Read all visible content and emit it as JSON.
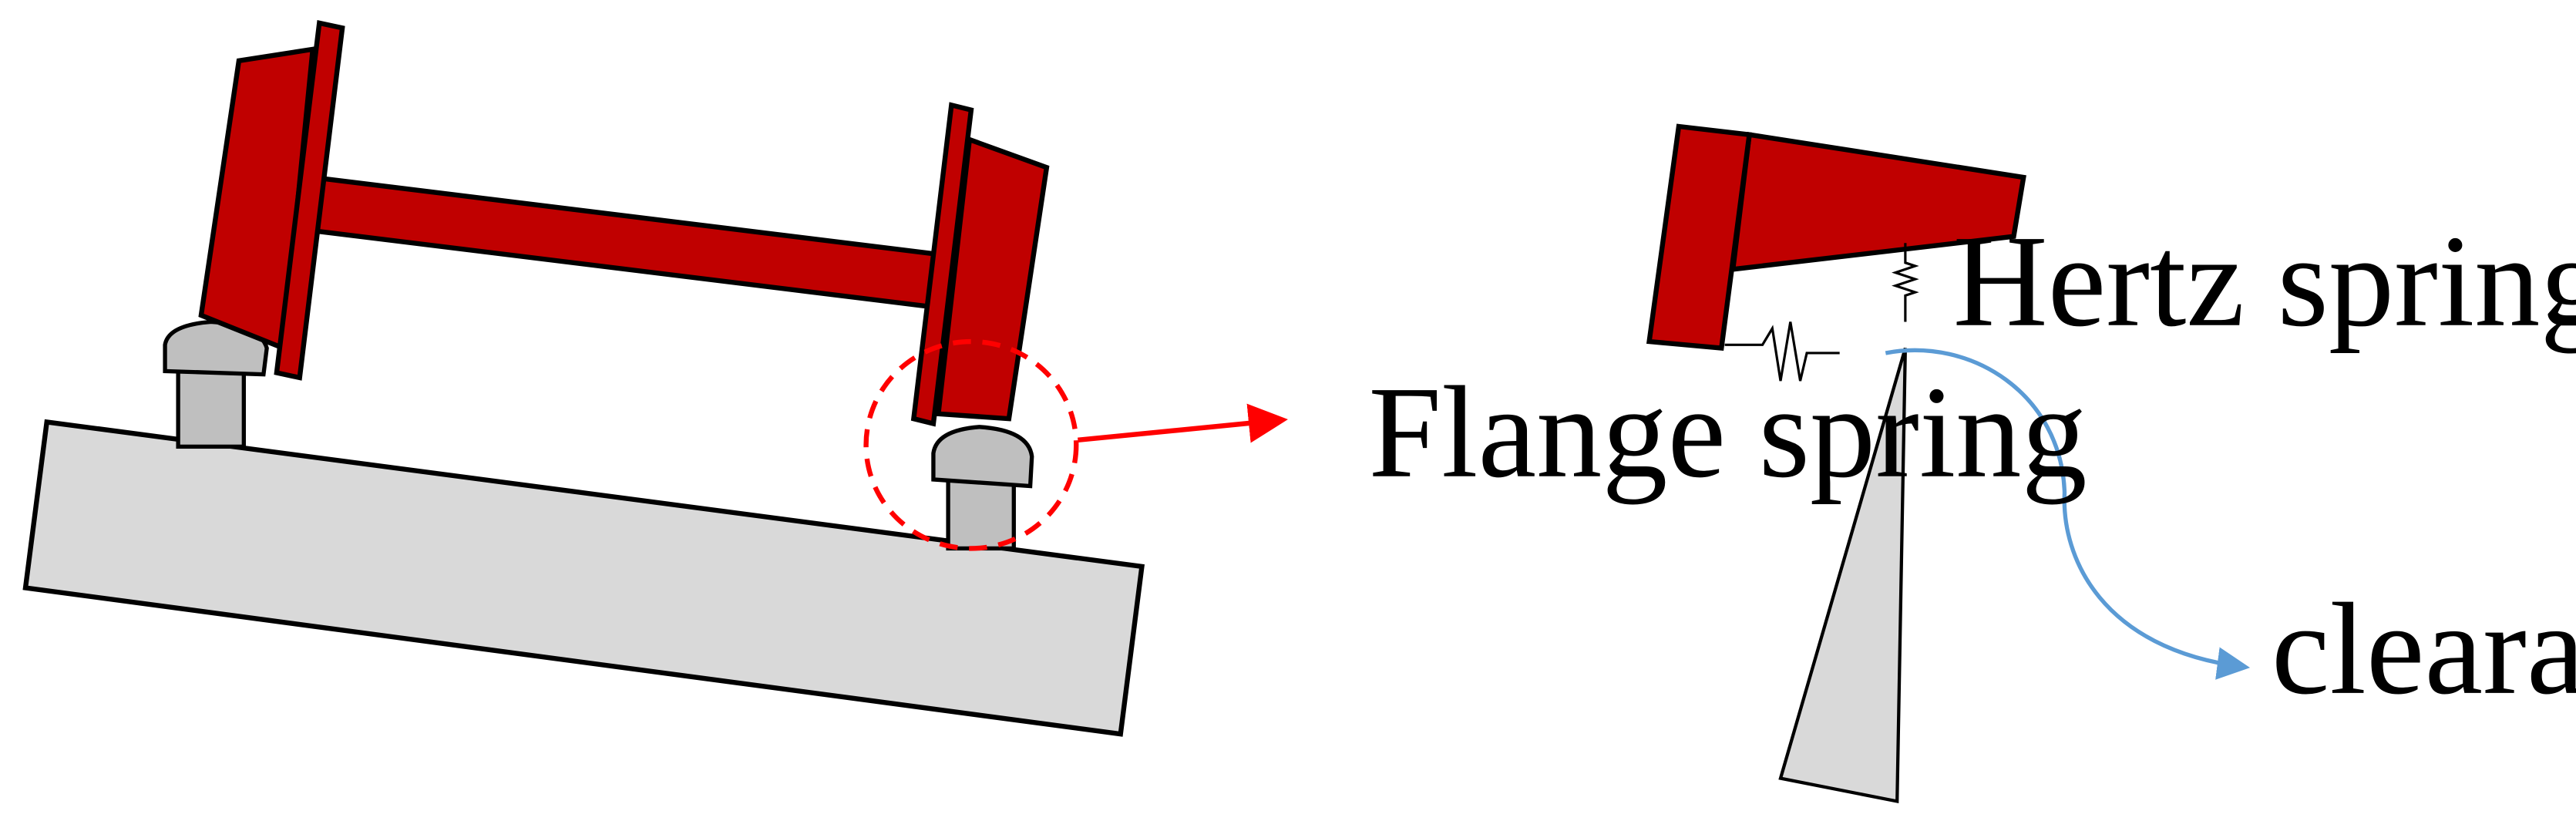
{
  "labels": {
    "hertz_spring": "Hertz spring",
    "flange_spring": "Flange spring",
    "clearance": "clearance"
  },
  "colors": {
    "wheel_red": "#c00000",
    "outline": "#000000",
    "rail_gray": "#bfbfbf",
    "sleeper_gray": "#d9d9d9",
    "highlight_red": "#ff0000",
    "clearance_blue": "#5b9bd5"
  }
}
